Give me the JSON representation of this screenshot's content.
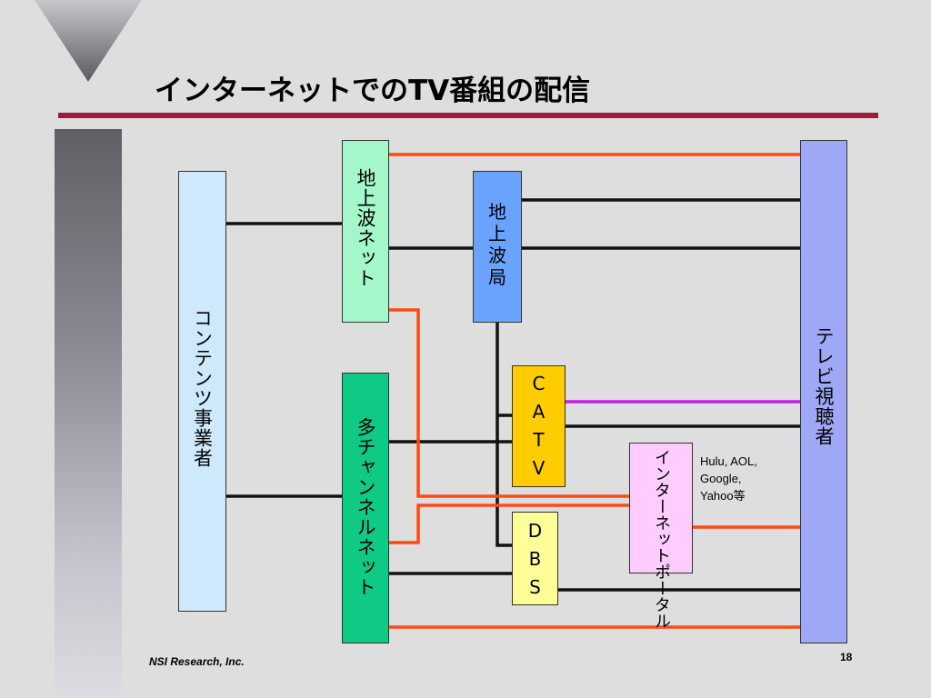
{
  "slide": {
    "title": "インターネットでのTV番組の配信",
    "footer": "NSI Research, Inc.",
    "page_number": "18"
  },
  "nodes": {
    "content_provider": "コンテンツ事業者",
    "terrestrial_network": "地上波ネット",
    "multichannel_network": "多チャンネルネット",
    "terrestrial_station": [
      "地",
      "上",
      "波",
      "局"
    ],
    "catv": [
      "C",
      "A",
      "T",
      "V"
    ],
    "dbs": [
      "D",
      "B",
      "S"
    ],
    "internet_portal": "インターネットポータル",
    "tv_viewers": "テレビ視聴者"
  },
  "portal_examples": [
    "Hulu, AOL,",
    "Google,",
    "Yahoo等"
  ],
  "colors": {
    "accent_rule": "#9c1b3e",
    "line_black": "#111111",
    "line_orange": "#ff4a14",
    "line_purple": "#c41fe6"
  }
}
